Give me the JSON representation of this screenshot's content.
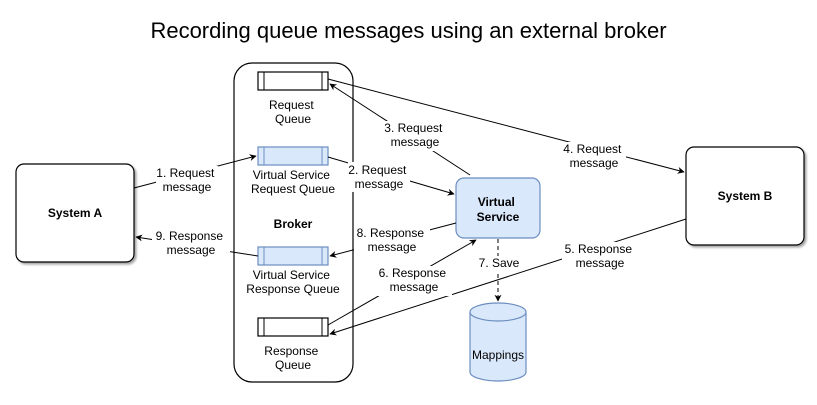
{
  "title": "Recording queue messages using an external broker",
  "colors": {
    "virtual_fill": "#dae8fc",
    "virtual_stroke": "#6c8ebf",
    "stroke": "#000000",
    "background": "#ffffff"
  },
  "nodes": {
    "system_a": "System A",
    "system_b": "System B",
    "broker": "Broker",
    "virtual_service": [
      "Virtual",
      "Service"
    ],
    "mappings": "Mappings",
    "request_queue": [
      "Request",
      "Queue"
    ],
    "vs_request_queue": [
      "Virtual Service",
      "Request Queue"
    ],
    "vs_response_queue": [
      "Virtual Service",
      "Response Queue"
    ],
    "response_queue": [
      "Response",
      "Queue"
    ]
  },
  "edges": {
    "e1": [
      "1. Request",
      "message"
    ],
    "e2": [
      "2. Request",
      "message"
    ],
    "e3": [
      "3. Request",
      "message"
    ],
    "e4": [
      "4. Request",
      "message"
    ],
    "e5": [
      "5. Response",
      "message"
    ],
    "e6": [
      "6. Response",
      "message"
    ],
    "e7": "7. Save",
    "e8": [
      "8. Response",
      "message"
    ],
    "e9": [
      "9. Response",
      "message"
    ]
  }
}
